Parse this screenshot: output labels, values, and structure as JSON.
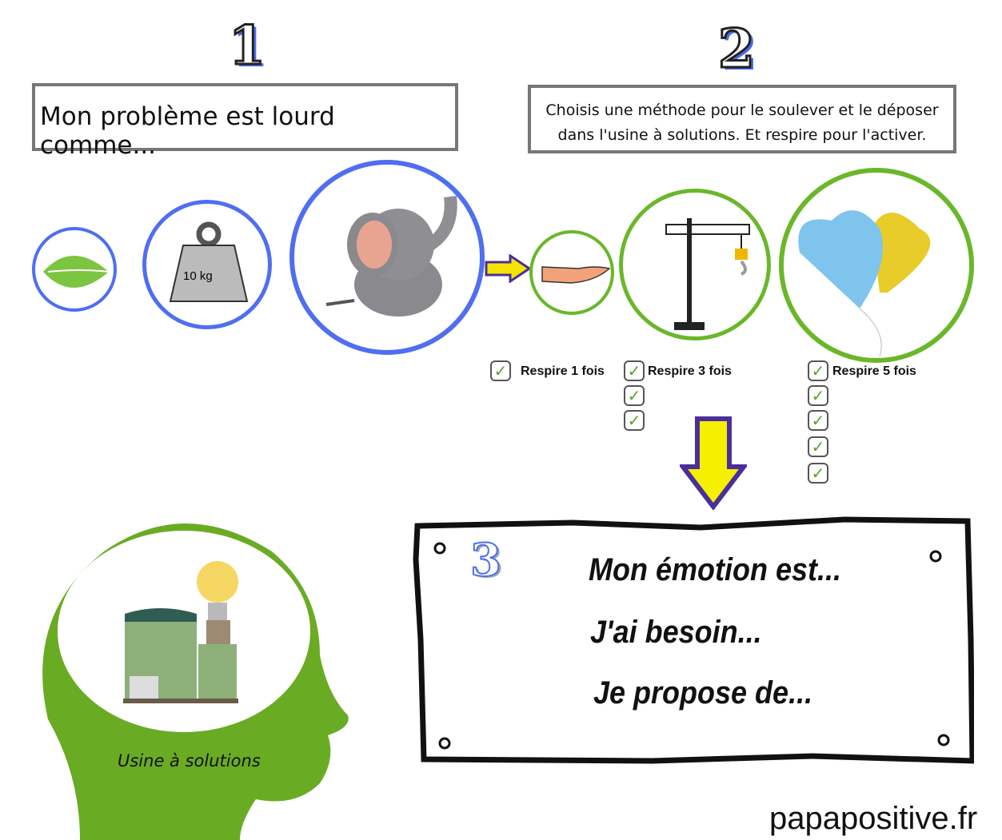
{
  "step1": {
    "number": "1",
    "title": "Mon problème est lourd comme...",
    "weight_label": "10 kg"
  },
  "step2": {
    "number": "2",
    "instruction_line1": "Choisis une méthode pour le soulever et le déposer",
    "instruction_line2": "dans l'usine à solutions. Et respire pour l'activer.",
    "methods": [
      {
        "label": "Respire 1 fois",
        "checks": 1
      },
      {
        "label": "Respire 3 fois",
        "checks": 3
      },
      {
        "label": "Respire 5 fois",
        "checks": 5
      }
    ]
  },
  "step3": {
    "number": "3",
    "lines": [
      "Mon émotion est...",
      "J'ai besoin...",
      "Je propose de..."
    ]
  },
  "head": {
    "label": "Usine à solutions"
  },
  "footer": {
    "site": "papapositive.fr"
  },
  "colors": {
    "blue": "#4f6ef0",
    "green": "#6ab72a",
    "head_green": "#6aab24"
  }
}
